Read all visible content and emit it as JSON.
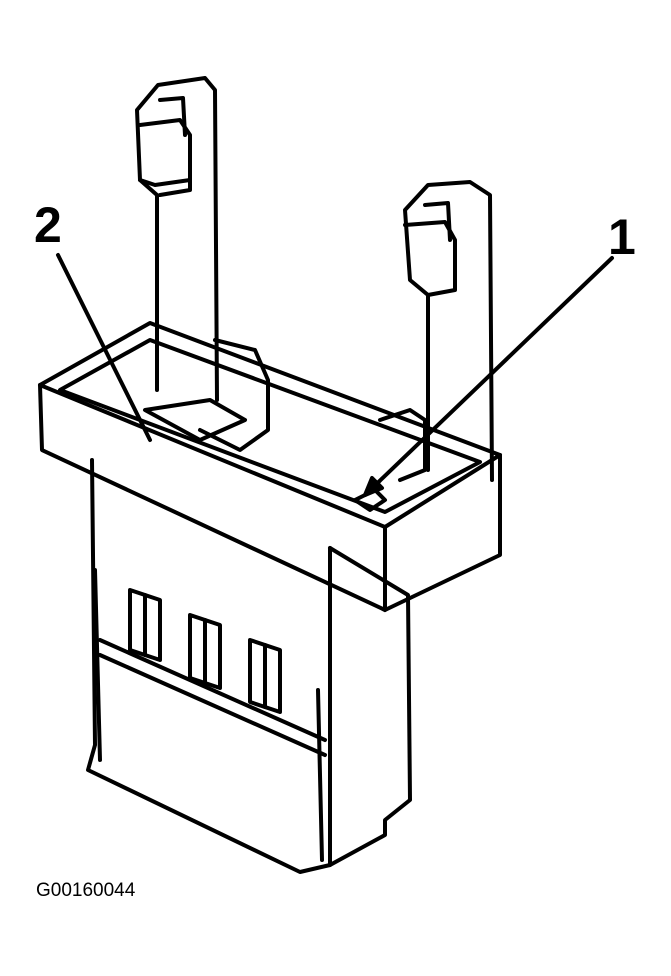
{
  "callouts": {
    "one": "1",
    "two": "2"
  },
  "figure_id": "G00160044"
}
